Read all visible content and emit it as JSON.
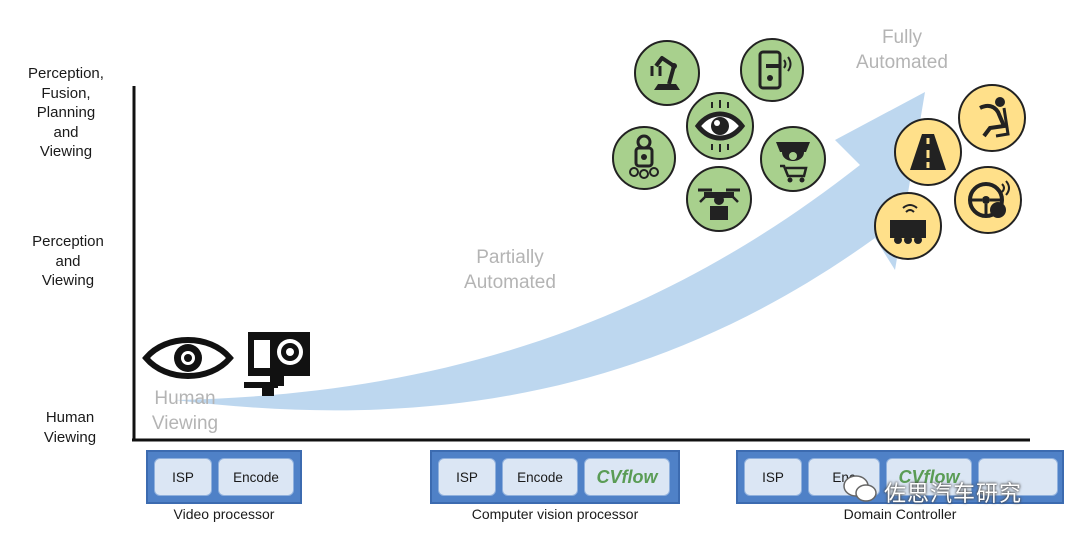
{
  "y_axis_labels": {
    "top": [
      "Perception,",
      "Fusion,",
      "Planning",
      "and",
      "Viewing"
    ],
    "middle": [
      "Perception",
      "and",
      "Viewing"
    ],
    "bottom": [
      "Human",
      "Viewing"
    ]
  },
  "stages": {
    "human": [
      "Human",
      "Viewing"
    ],
    "partial": [
      "Partially",
      "Automated"
    ],
    "full": [
      "Fully",
      "Automated"
    ]
  },
  "processors": [
    {
      "label": "Video processor",
      "chips": [
        "ISP",
        "Encode"
      ]
    },
    {
      "label": "Computer vision processor",
      "chips": [
        "ISP",
        "Encode",
        "CVflow"
      ]
    },
    {
      "label": "Domain Controller",
      "chips": [
        "ISP",
        "Enc",
        "CVflow",
        ""
      ]
    }
  ],
  "watermark": "佐思汽车研究",
  "colors": {
    "arrow": "#b9d5ee",
    "processor_box": "#4f81c7",
    "chip": "#dbe6f4",
    "green_icon": "#a8d08d",
    "yellow_icon": "#ffe08a",
    "stage_text": "#b4b4b4"
  },
  "icons": {
    "human_stage": [
      "eye-icon",
      "action-camera-icon"
    ],
    "partial_stage": [
      "robot-arm-icon",
      "smart-lock-icon",
      "eye-chip-icon",
      "robot-icon",
      "security-camera-cart-icon",
      "drone-icon"
    ],
    "full_stage": [
      "road-icon",
      "reclined-driver-icon",
      "autonomous-steering-icon",
      "autonomous-truck-icon"
    ]
  }
}
